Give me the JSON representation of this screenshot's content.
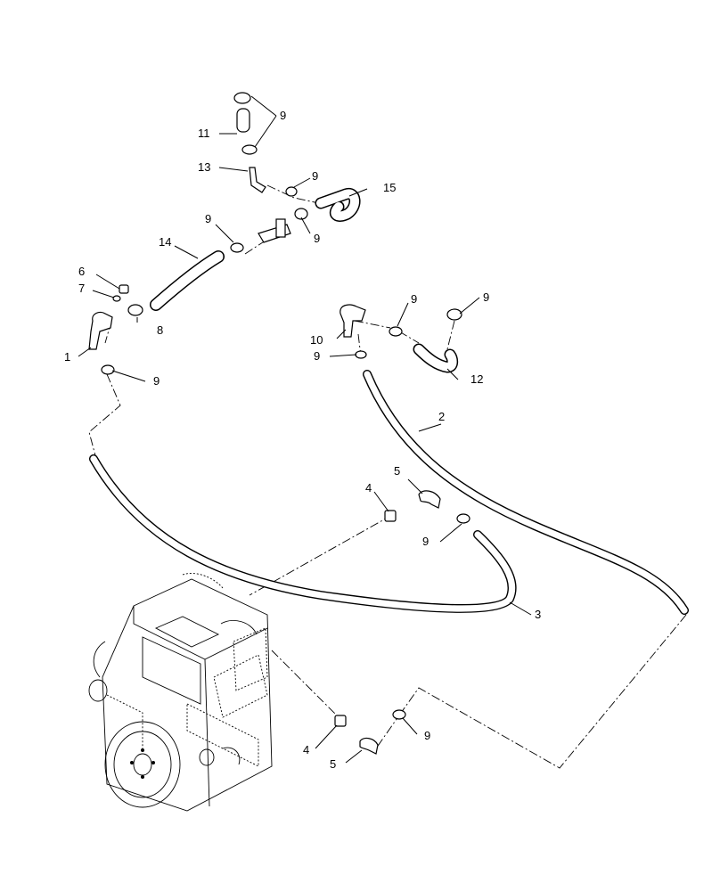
{
  "callouts": {
    "c1": "1",
    "c2": "2",
    "c3": "3",
    "c4a": "4",
    "c4b": "4",
    "c5a": "5",
    "c5b": "5",
    "c6": "6",
    "c7": "7",
    "c8": "8",
    "c9_top": "9",
    "c9_13": "9",
    "c9_14": "9",
    "c9_mid": "9",
    "c9_1": "9",
    "c9_10l": "9",
    "c9_10r": "9",
    "c9_12": "9",
    "c9_5": "9",
    "c9_bot": "9",
    "c10": "10",
    "c11": "11",
    "c12": "12",
    "c13": "13",
    "c14": "14",
    "c15": "15"
  }
}
